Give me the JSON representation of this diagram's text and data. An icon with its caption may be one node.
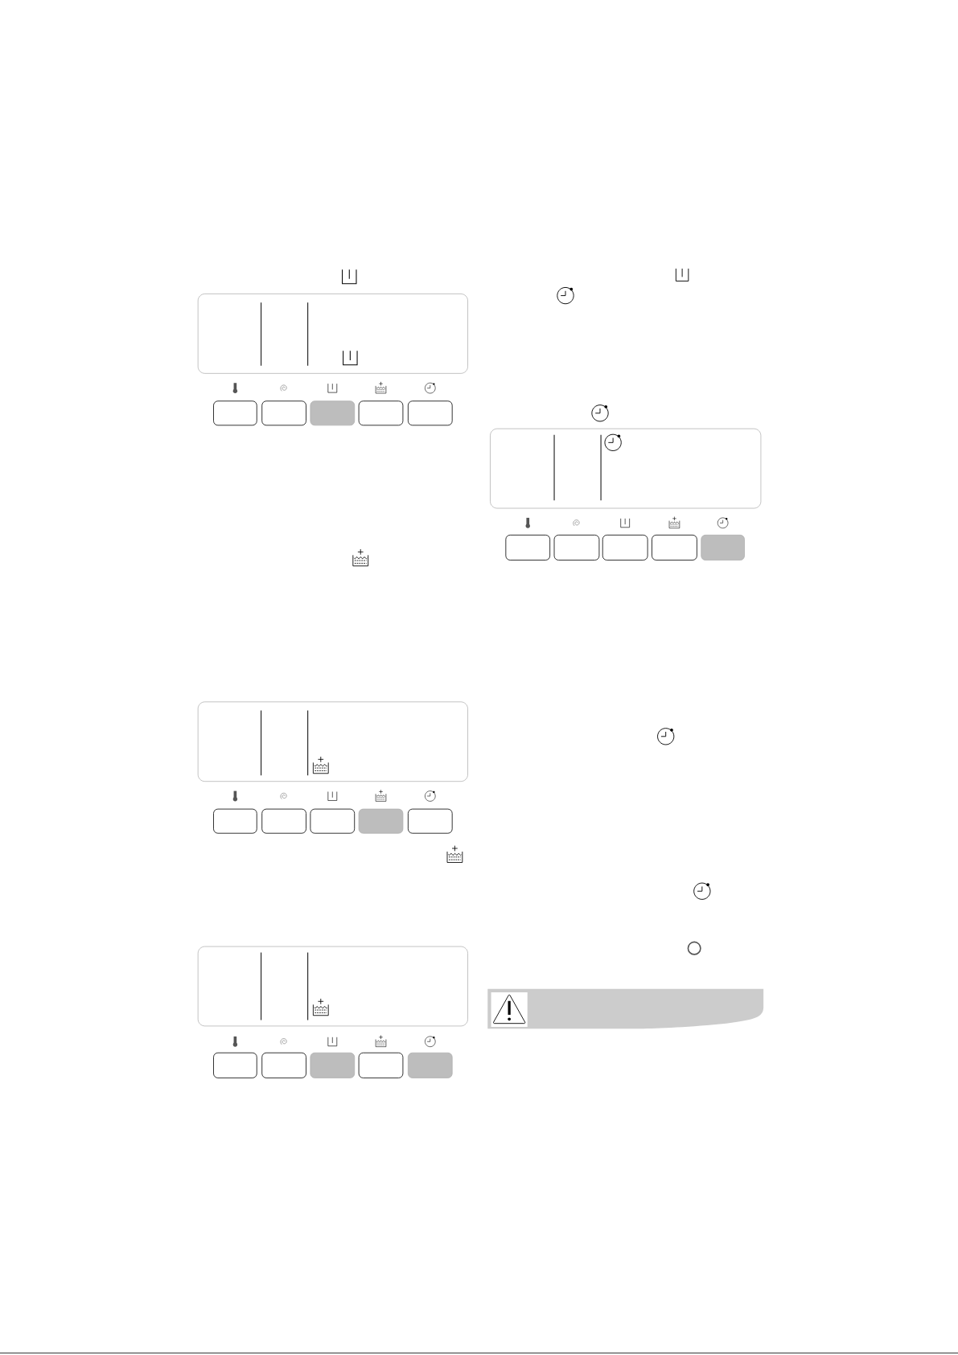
{
  "diagram": {
    "nodes": [
      {
        "text": [],
        "shape": "box"
      },
      {
        "text": [],
        "shape": "box"
      },
      {
        "text": [],
        "shape": "box"
      },
      {
        "text": [],
        "shape": "box"
      },
      {
        "text": [],
        "shape": "box"
      },
      {
        "text": [],
        "shape": "box"
      },
      {
        "text": [],
        "shape": "box"
      },
      {
        "text": [],
        "shape": "box"
      },
      {
        "text": [],
        "shape": "box"
      },
      {
        "text": [],
        "shape": "box"
      },
      {
        "text": [],
        "shape": "box"
      },
      {
        "text": [],
        "shape": "box"
      },
      {
        "text": [],
        "shape": "box"
      },
      {
        "text": [],
        "shape": "box"
      },
      {
        "text": [],
        "shape": "box"
      },
      {
        "text": [],
        "shape": "box"
      },
      {
        "text": [],
        "shape": "box"
      },
      {
        "text": [],
        "shape": "box"
      },
      {
        "text": [],
        "shape": "box"
      },
      {
        "text": [],
        "shape": "box"
      },
      {
        "text": [],
        "shape": "box"
      },
      {
        "text": [],
        "shape": "box"
      },
      {
        "text": [],
        "shape": "box"
      },
      {
        "text": [],
        "shape": "box"
      }
    ]
  }
}
